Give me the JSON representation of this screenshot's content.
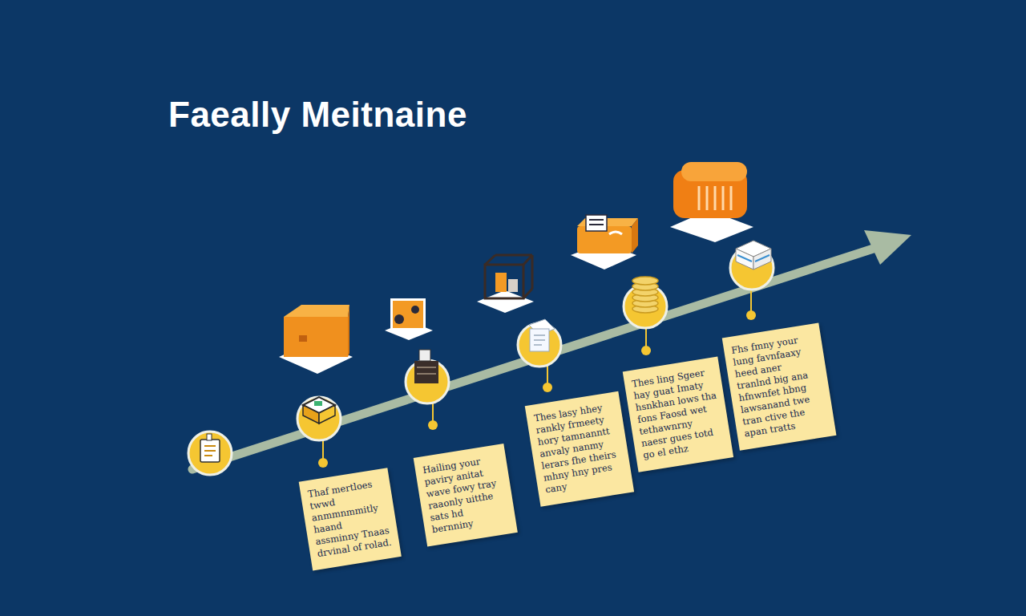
{
  "diagram": {
    "title": "Faeally Meitnaine",
    "nodes": [
      {
        "text": [
          "Thaf mertloes twwd anmmnmmitly haand assminny Tnaas drvinal of rolad."
        ]
      },
      {
        "text": [
          "Hailing your paviry anitat wave fowy tray raaonly uitthe sats hd bernniny"
        ]
      },
      {
        "text": [
          "Thes lasy hhey rankly frmeety hory tamnanntt anvaly nanmy lerars fhe theirs mhny hny pres cany"
        ]
      },
      {
        "text": [
          "Thes ling Sgeer hay guat Imaty hsnkhan lows tha fons Faosd wet tethawnrny naesr gues totd go el ethz"
        ]
      },
      {
        "text": [
          "Fhs fmny your lung favnfaaxy heed aner tranlnd big ana hfnwnfet hbng lawsanand twe tran ctive the apan tratts"
        ]
      }
    ]
  }
}
